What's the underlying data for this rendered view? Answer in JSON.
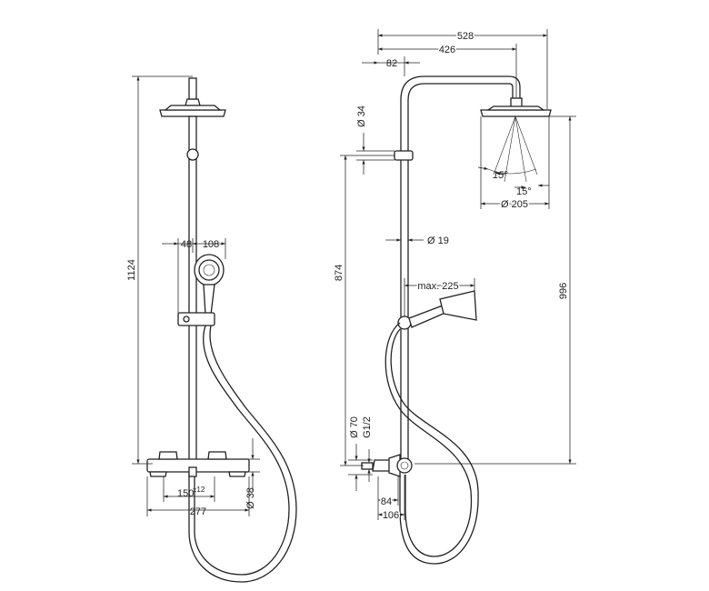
{
  "diagram": {
    "front_view": {
      "height_total": "1124",
      "bar_offset": "48",
      "hand_shower_width": "108",
      "mixer_centers": "150",
      "mixer_centers_tolerance": "±12",
      "mixer_length": "277",
      "mixer_diameter": "Ø 38"
    },
    "side_view": {
      "overall_projection": "528",
      "arm_projection": "426",
      "wall_distance": "82",
      "pipe_diameter_upper": "Ø 34",
      "pipe_diameter": "Ø 19",
      "bar_height": "874",
      "head_height": "996",
      "hand_shower_reach": "max. 225",
      "spray_angle_left": "15°",
      "spray_angle_right": "15°",
      "head_diameter": "Ø 205",
      "rosette_diameter": "Ø 70",
      "thread": "G1/2",
      "connection_depth_1": "84",
      "connection_depth_2": "106"
    }
  }
}
